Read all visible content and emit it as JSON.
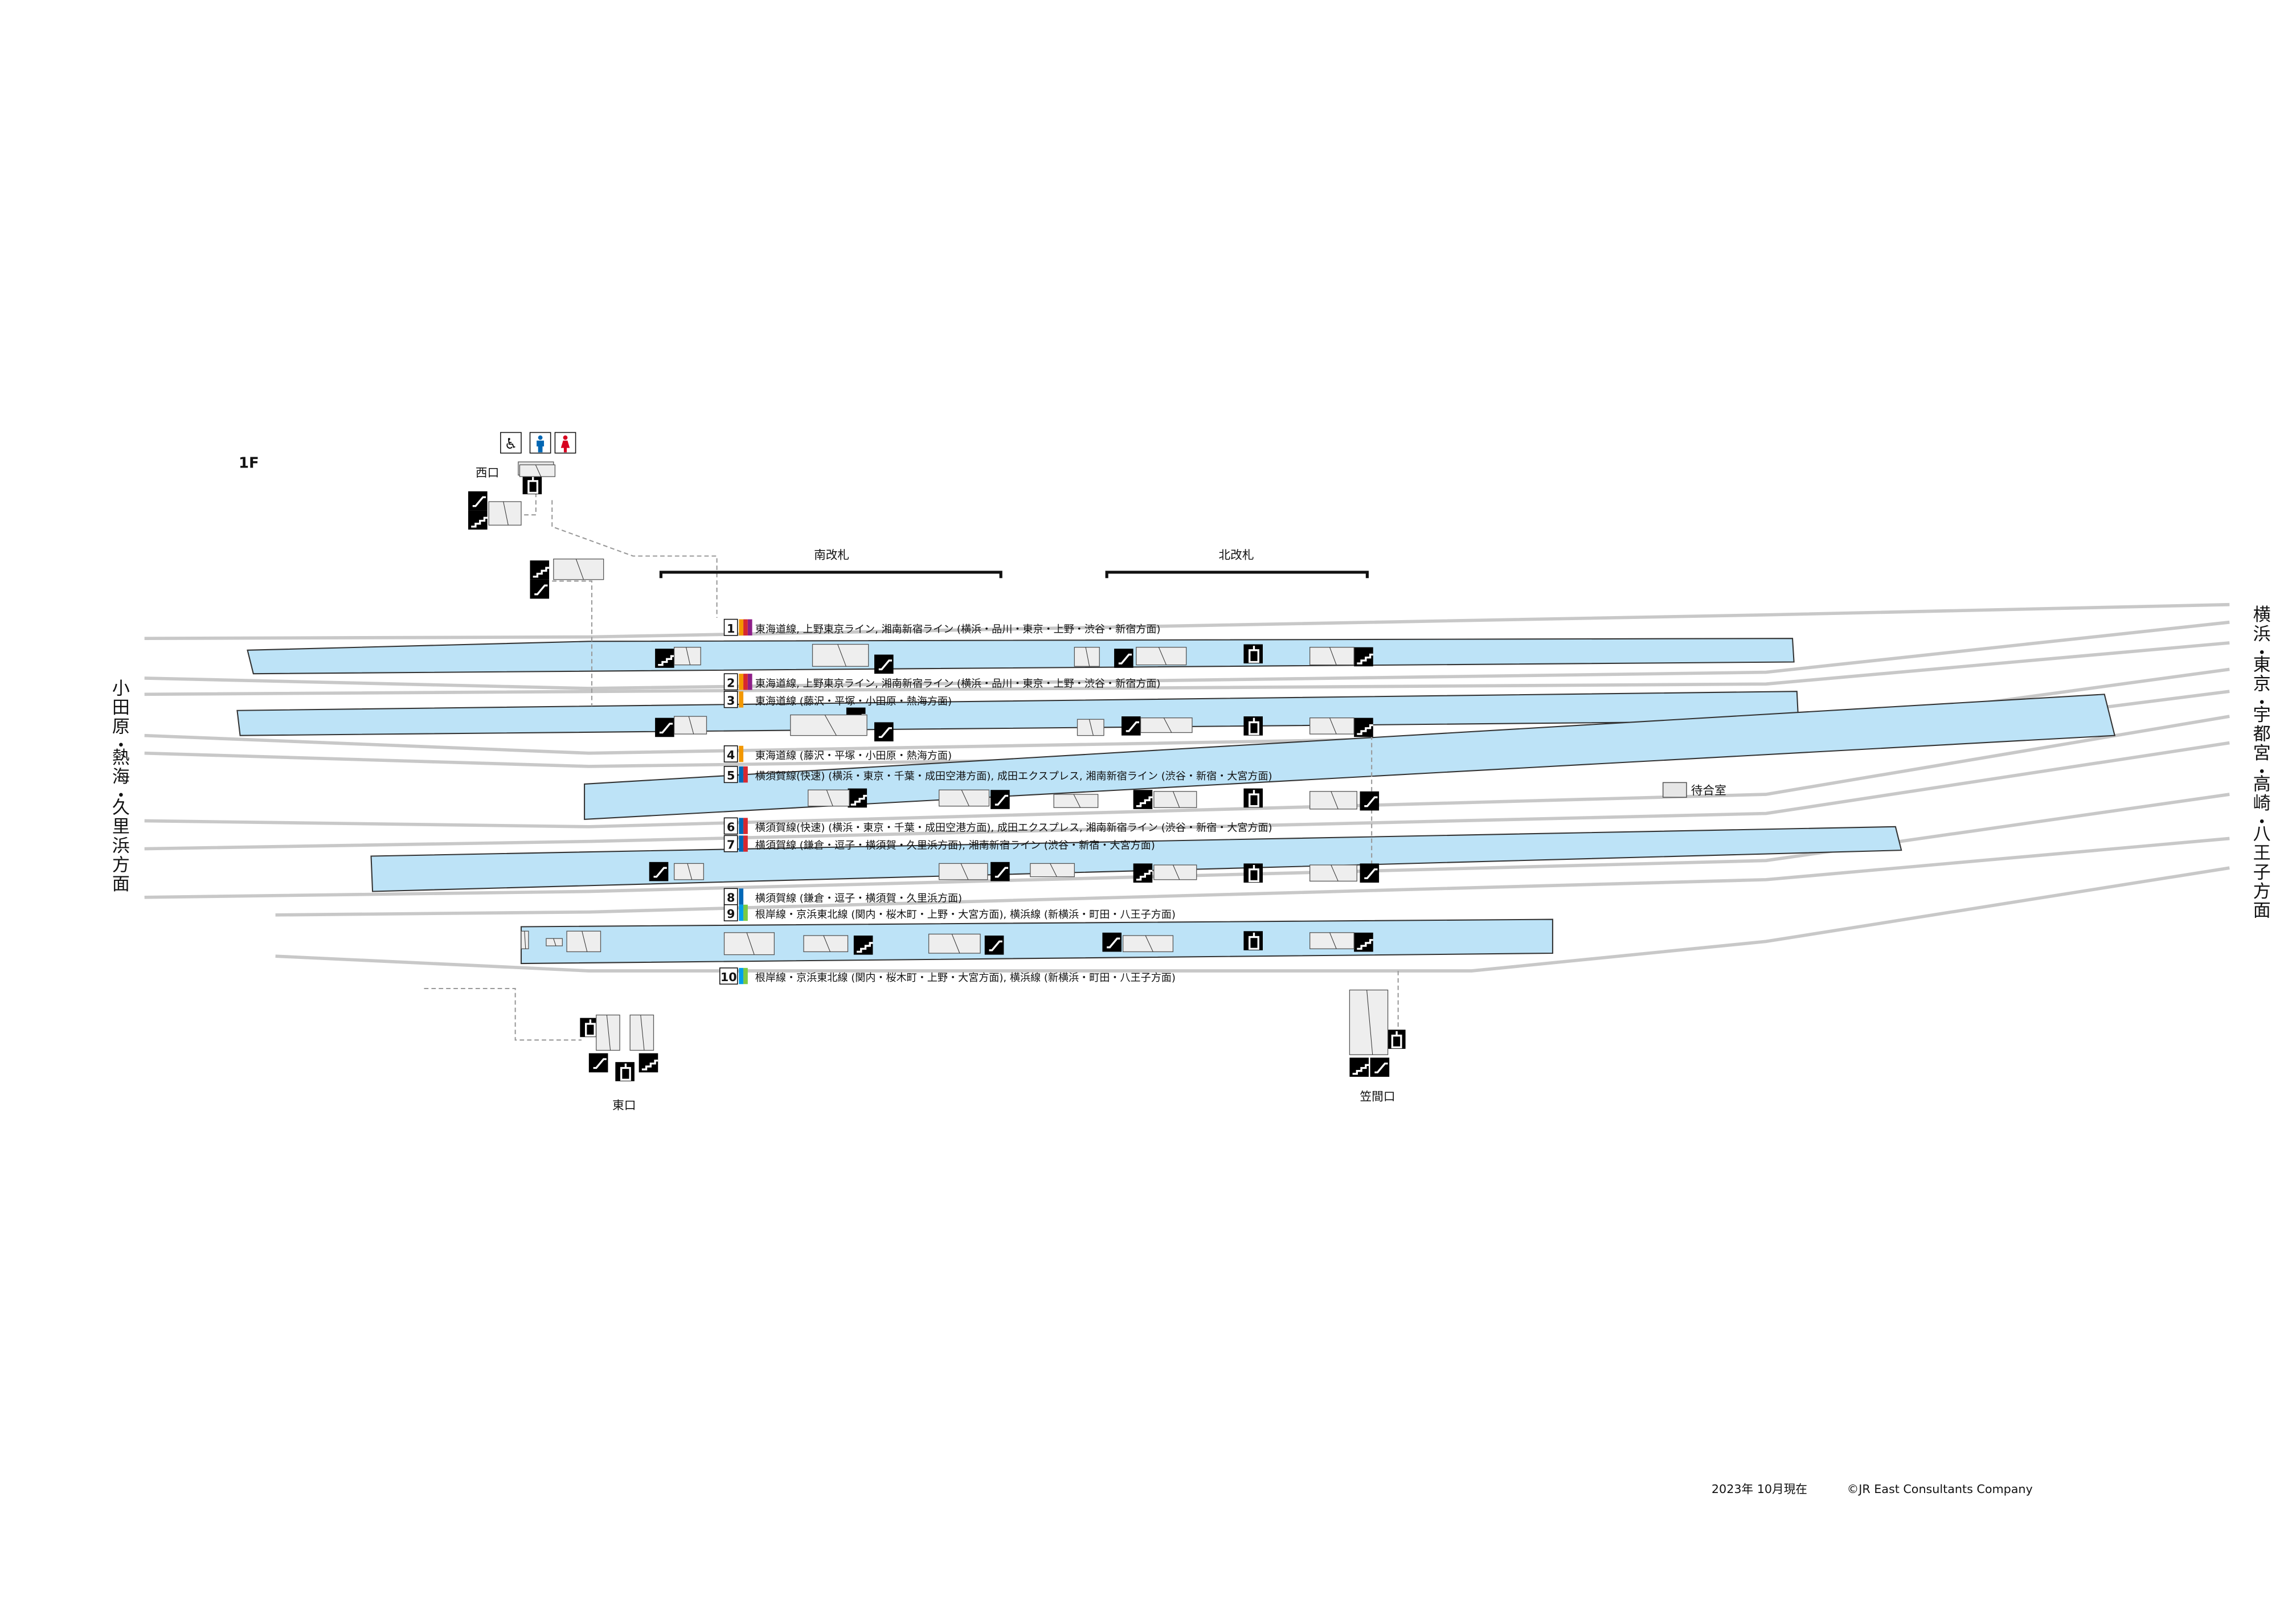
{
  "floor_label": "1F",
  "gates": {
    "south": "南改札",
    "north": "北改札"
  },
  "exits": {
    "west": "西口",
    "east": "東口",
    "kasama": "笠間口"
  },
  "waiting_room": "待合室",
  "directions": {
    "left": "小田原・熱海・久里浜方面",
    "right": "横浜・東京・宇都宮・高崎・八王子方面"
  },
  "tracks": [
    {
      "number": "1",
      "label": "東海道線, 上野東京ライン, 湘南新宿ライン (横浜・品川・東京・上野・渋谷・新宿方面)",
      "colors": [
        "#f39800",
        "#d7282f",
        "#8e1f89"
      ]
    },
    {
      "number": "2",
      "label": "東海道線, 上野東京ライン, 湘南新宿ライン (横浜・品川・東京・上野・渋谷・新宿方面)",
      "colors": [
        "#f39800",
        "#d7282f",
        "#8e1f89"
      ]
    },
    {
      "number": "3",
      "label": "東海道線 (藤沢・平塚・小田原・熱海方面)",
      "colors": [
        "#f39800"
      ]
    },
    {
      "number": "4",
      "label": "東海道線 (藤沢・平塚・小田原・熱海方面)",
      "colors": [
        "#f39800"
      ]
    },
    {
      "number": "5",
      "label": "横須賀線(快速) (横浜・東京・千葉・成田空港方面), 成田エクスプレス, 湘南新宿ライン (渋谷・新宿・大宮方面)",
      "colors": [
        "#0068b7",
        "#d7282f"
      ]
    },
    {
      "number": "6",
      "label": "横須賀線(快速) (横浜・東京・千葉・成田空港方面), 成田エクスプレス, 湘南新宿ライン (渋谷・新宿・大宮方面)",
      "colors": [
        "#0068b7",
        "#d7282f"
      ]
    },
    {
      "number": "7",
      "label": "横須賀線 (鎌倉・逗子・横須賀・久里浜方面), 湘南新宿ライン (渋谷・新宿・大宮方面)",
      "colors": [
        "#0068b7",
        "#d7282f"
      ]
    },
    {
      "number": "8",
      "label": "横須賀線 (鎌倉・逗子・横須賀・久里浜方面)",
      "colors": [
        "#0068b7"
      ]
    },
    {
      "number": "9",
      "label": "根岸線・京浜東北線 (関内・桜木町・上野・大宮方面), 横浜線 (新横浜・町田・八王子方面)",
      "colors": [
        "#00a0e9",
        "#7ac943"
      ]
    },
    {
      "number": "10",
      "label": "根岸線・京浜東北線 (関内・桜木町・上野・大宮方面), 横浜線 (新横浜・町田・八王子方面)",
      "colors": [
        "#00a0e9",
        "#7ac943"
      ]
    }
  ],
  "colors": {
    "platform": "#bde3f7",
    "track": "#c8c8c8",
    "icon": "#000000",
    "male": "#0066b3",
    "female": "#d7001f"
  },
  "footer": {
    "date": "2023年 10月現在",
    "copyright": "©JR East Consultants Company"
  }
}
